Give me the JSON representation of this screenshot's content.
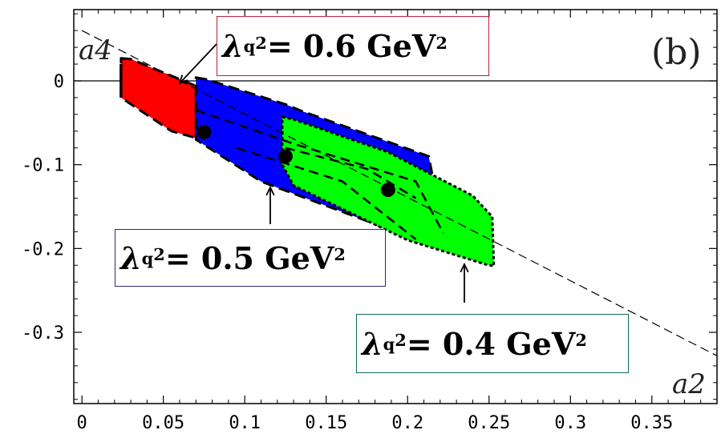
{
  "chart_data": {
    "type": "area",
    "panel_label": "(b)",
    "xlabel": "a2",
    "ylabel": "a4",
    "xlim": [
      -0.005,
      0.39
    ],
    "ylim": [
      -0.385,
      0.085
    ],
    "x_ticks": [
      {
        "v": 0,
        "label": "0"
      },
      {
        "v": 0.05,
        "label": "0.05"
      },
      {
        "v": 0.1,
        "label": "0.1"
      },
      {
        "v": 0.15,
        "label": "0.15"
      },
      {
        "v": 0.2,
        "label": "0.2"
      },
      {
        "v": 0.25,
        "label": "0.25"
      },
      {
        "v": 0.3,
        "label": "0.3"
      },
      {
        "v": 0.35,
        "label": "0.35"
      }
    ],
    "y_ticks": [
      {
        "v": 0,
        "label": "0"
      },
      {
        "v": -0.1,
        "label": "-0.1"
      },
      {
        "v": -0.2,
        "label": "-0.2"
      },
      {
        "v": -0.3,
        "label": "-0.3"
      }
    ],
    "reference_line": {
      "x1": 0.0,
      "y1": 0.06,
      "x2": 0.39,
      "y2": -0.328
    },
    "zero_line": 0,
    "series": [
      {
        "color": "#ff0000",
        "region": [
          [
            0.024,
            0.027
          ],
          [
            0.03,
            0.026
          ],
          [
            0.07,
            -0.006
          ],
          [
            0.07,
            -0.068
          ],
          [
            0.055,
            -0.06
          ],
          [
            0.024,
            -0.02
          ]
        ]
      },
      {
        "color": "#0000ff",
        "region": [
          [
            0.07,
            0.004
          ],
          [
            0.076,
            0.002
          ],
          [
            0.125,
            -0.028
          ],
          [
            0.135,
            -0.036
          ],
          [
            0.213,
            -0.09
          ],
          [
            0.222,
            -0.182
          ],
          [
            0.21,
            -0.19
          ],
          [
            0.205,
            -0.189
          ],
          [
            0.11,
            -0.12
          ],
          [
            0.07,
            -0.07
          ]
        ],
        "center": [
          0.075,
          -0.061
        ]
      },
      {
        "color": "#00ff00",
        "region": [
          [
            0.123,
            -0.043
          ],
          [
            0.13,
            -0.046
          ],
          [
            0.188,
            -0.085
          ],
          [
            0.24,
            -0.137
          ],
          [
            0.252,
            -0.162
          ],
          [
            0.253,
            -0.221
          ],
          [
            0.248,
            -0.219
          ],
          [
            0.2,
            -0.19
          ],
          [
            0.13,
            -0.125
          ],
          [
            0.123,
            -0.1
          ]
        ],
        "center": [
          0.188,
          -0.13
        ]
      }
    ],
    "extra_points": [
      [
        0.125,
        -0.09
      ]
    ],
    "annotations": [
      {
        "text_pre": "λ",
        "sub": "q",
        "sup1": "2",
        "text_mid": " = 0.6 GeV",
        "sup2": "2",
        "color": "#b8203b"
      },
      {
        "text_pre": "λ",
        "sub": "q",
        "sup1": "2",
        "text_mid": " = 0.5 GeV",
        "sup2": "2",
        "color": "#2e2a74"
      },
      {
        "text_pre": "λ",
        "sub": "q",
        "sup1": "2",
        "text_mid": " = 0.4 GeV",
        "sup2": "2",
        "color": "#0f6b5a"
      }
    ]
  }
}
